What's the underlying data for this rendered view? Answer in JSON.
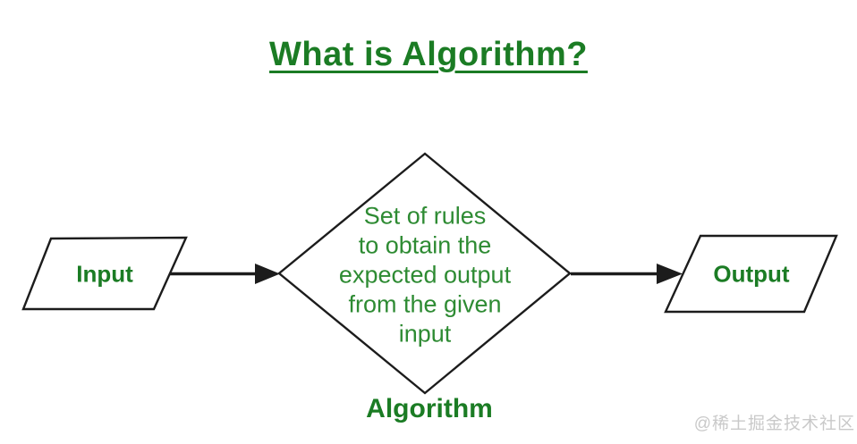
{
  "title": "What is Algorithm?",
  "colors": {
    "green_dark": "#1b7c24",
    "green_mid": "#2e8b33",
    "outline": "#1c1c1c",
    "watermark": "#c9c9c9",
    "background": "#ffffff"
  },
  "nodes": {
    "input": {
      "label": "Input",
      "shape": "parallelogram"
    },
    "process": {
      "label": "Algorithm",
      "shape": "diamond",
      "description_lines": [
        "Set of rules",
        "to obtain the",
        "expected output",
        "from the given",
        "input"
      ]
    },
    "output": {
      "label": "Output",
      "shape": "parallelogram"
    }
  },
  "flow": [
    {
      "from": "Input",
      "to": "Algorithm"
    },
    {
      "from": "Algorithm",
      "to": "Output"
    }
  ],
  "watermark": {
    "text": "@稀土掘金技术社区"
  }
}
